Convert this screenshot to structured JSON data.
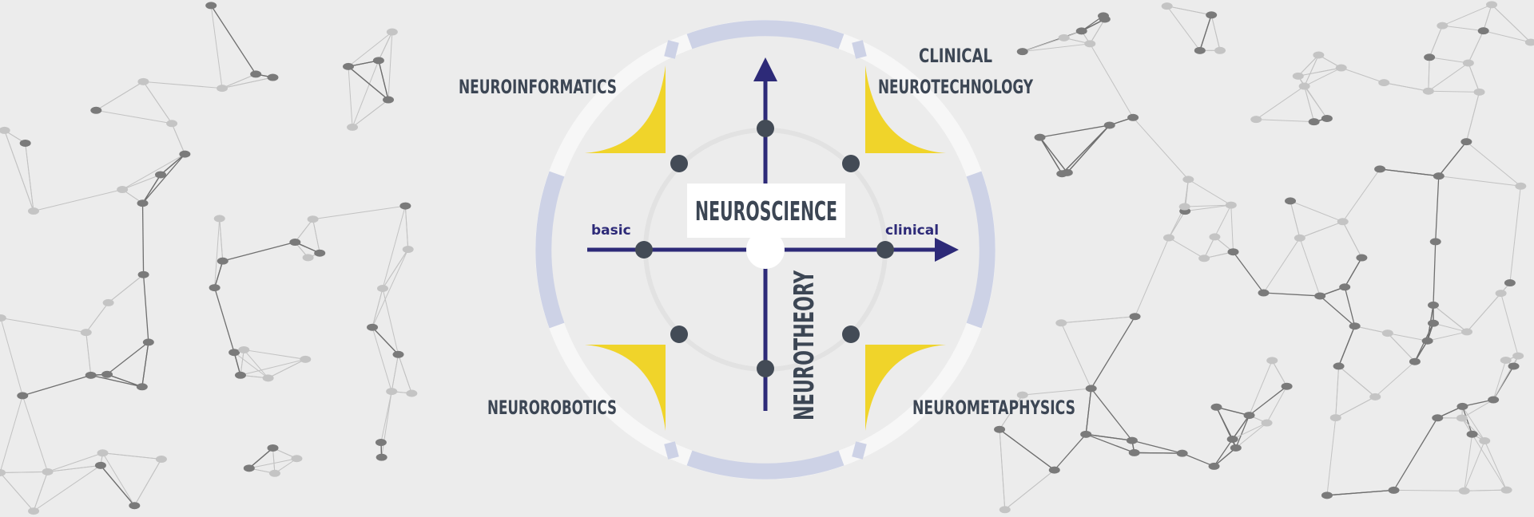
{
  "diagram": {
    "center_title": "NEUROSCIENCE",
    "vertical_title": "NEUROTHEORY",
    "axis_left": "basic",
    "axis_right": "clinical",
    "quadrants": {
      "top_left": "NEUROINFORMATICS",
      "top_right_line1": "CLINICAL",
      "top_right_line2": "NEUROTECHNOLOGY",
      "bottom_left": "NEUROROBOTICS",
      "bottom_right": "NEUROMETAPHYSICS"
    }
  },
  "colors": {
    "background": "#ececec",
    "axis": "#2d2a78",
    "accent_yellow": "#f0d42a",
    "ring_blue": "#cdd2e6",
    "ring_white": "#f8f8f8",
    "node_dark": "#434b56",
    "label_text": "#3c4654",
    "network_line": "#6f6f6f",
    "network_node": "#7a7a7a"
  }
}
